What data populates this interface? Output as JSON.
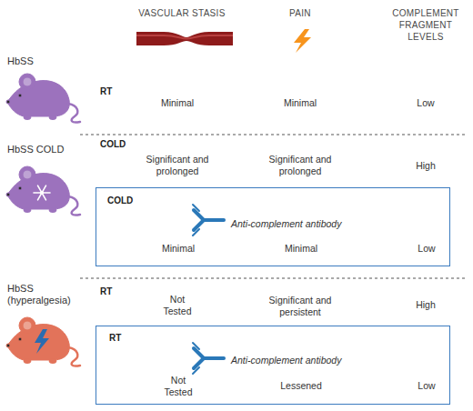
{
  "diagram": {
    "nodes": [
      {
        "text": [
          "COLD",
          "Anti-complement antibody",
          "Minimal",
          "Minimal",
          "Low"
        ]
      },
      {
        "text": [
          "RT",
          "Anti-complement antibody",
          "Not Tested",
          "Lessened",
          "Low"
        ]
      }
    ],
    "labels": [
      "VASCULAR STASIS",
      "PAIN",
      "COMPLEMENT FRAGMENT LEVELS",
      "HbSS",
      "RT",
      "Minimal",
      "Minimal",
      "Low",
      "HbSS COLD",
      "COLD",
      "Significant and prolonged",
      "Significant and prolonged",
      "High",
      "HbSS (hyperalgesia)",
      "RT",
      "Not Tested",
      "Significant and persistent",
      "High"
    ]
  }
}
